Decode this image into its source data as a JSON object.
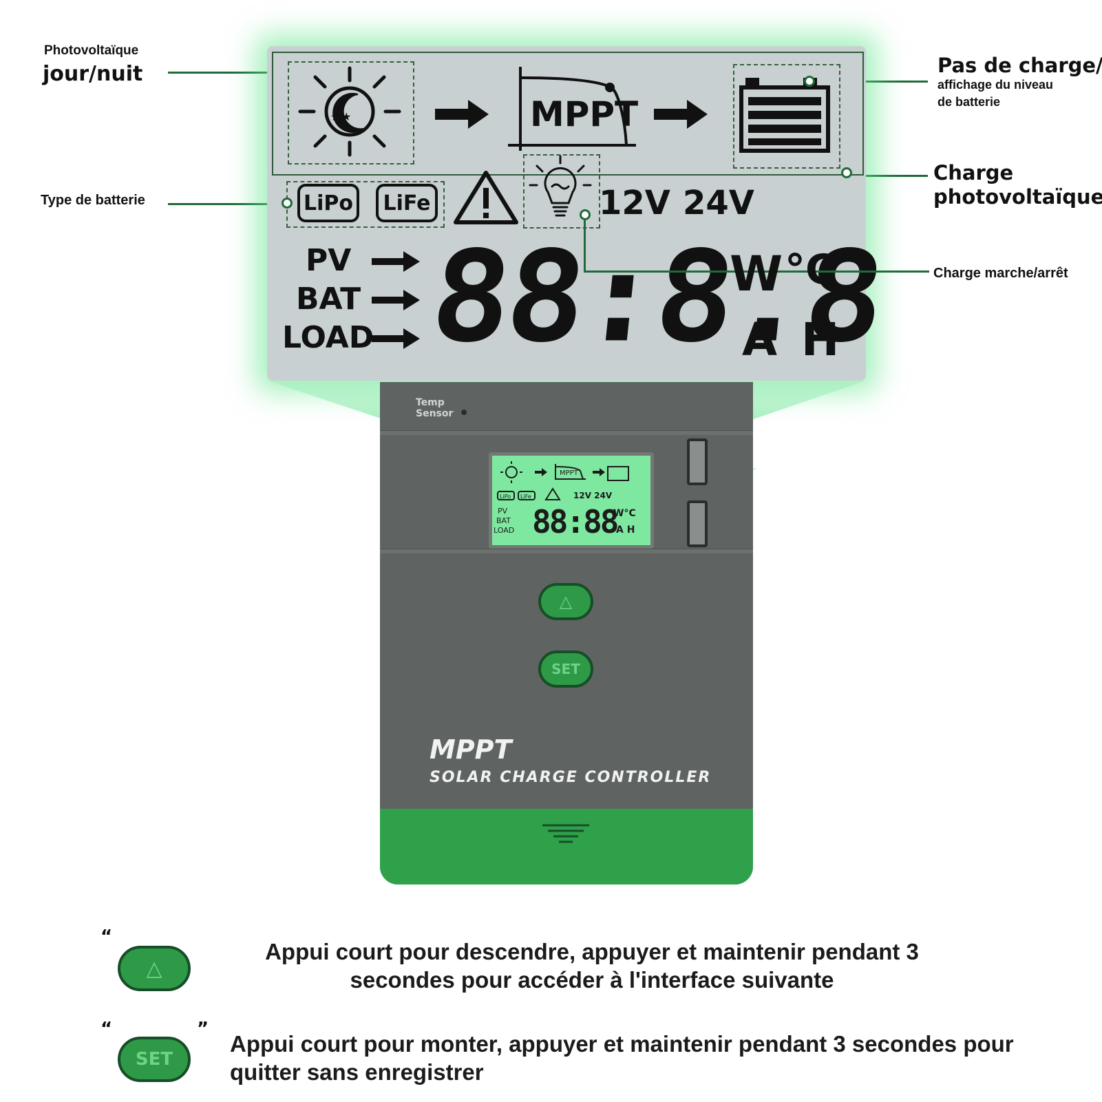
{
  "labels": {
    "pv_small": "Photovoltaïque",
    "pv_big": "jour/nuit",
    "battery_type": "Type de batterie",
    "charge_step_big": "Pas de charge/",
    "charge_step_small1": "affichage du niveau",
    "charge_step_small2": "de batterie",
    "charge_pv1": "Charge",
    "charge_pv2": "photovoltaïque)",
    "load_onoff": "Charge marche/arrêt"
  },
  "lcd": {
    "mppt": "MPPT",
    "lipo": "LiPo",
    "life": "LiFe",
    "v12": "12V",
    "v24": "24V",
    "pv": "PV",
    "bat": "BAT",
    "load": "LOAD",
    "digits": "88:8.8",
    "unit_w": "W",
    "unit_c": "°C",
    "unit_a": "A",
    "unit_h": "H"
  },
  "device": {
    "temp_sensor_1": "Temp",
    "temp_sensor_2": "Sensor",
    "brand": "MPPT",
    "subtitle": "SOLAR CHARGE CONTROLLER",
    "set_label": "SET",
    "up_symbol": "△"
  },
  "instructions": {
    "up_text_1": "Appui court pour descendre, appuyer et maintenir pendant 3",
    "up_text_2": "secondes pour accéder à l'interface suivante",
    "set_text_1": "Appui court pour monter, appuyer et maintenir pendant 3 secondes pour",
    "set_text_2": "quitter sans enregistrer",
    "quote_open": "“",
    "quote_close": "”",
    "set_label": "SET",
    "up_symbol": "△"
  }
}
